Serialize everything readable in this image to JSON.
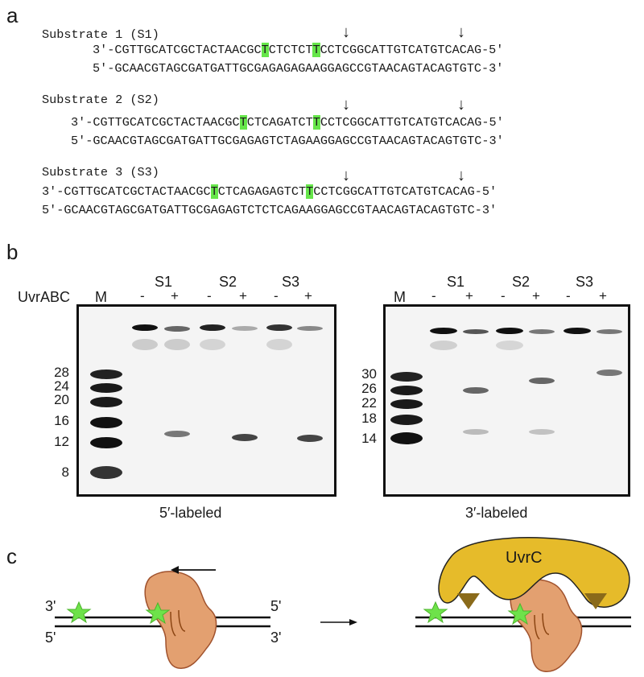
{
  "panel_a": {
    "letter": "a",
    "substrates": [
      {
        "title": "Substrate 1 (S1)",
        "top_pre": "3'-CGTTGCATCGCTACTAACGC",
        "top_h1": "T",
        "top_mid": "CTCTCT",
        "top_h2": "T",
        "top_post": "CCTCGGCATTGTCATGTCACAG-5'",
        "bottom": "5'-GCAACGTAGCGATGATTGCGAGAGAGAAGGAGCCGTAACAGTACAGTGTC-3'"
      },
      {
        "title": "Substrate 2 (S2)",
        "top_pre": "3'-CGTTGCATCGCTACTAACGC",
        "top_h1": "T",
        "top_mid": "CTCAGATCT",
        "top_h2": "T",
        "top_post": "CCTCGGCATTGTCATGTCACAG-5'",
        "bottom": "5'-GCAACGTAGCGATGATTGCGAGAGTCTAGAAGGAGCCGTAACAGTACAGTGTC-3'"
      },
      {
        "title": "Substrate 3 (S3)",
        "top_pre": "3'-CGTTGCATCGCTACTAACGC",
        "top_h1": "T",
        "top_mid": "CTCAGAGAGTCT",
        "top_h2": "T",
        "top_post": "CCTCGGCATTGTCATGTCACAG-5'",
        "bottom": "5'-GCAACGTAGCGATGATTGCGAGAGTCTCTCAGAAGGAGCCGTAACAGTACAGTGTC-3'"
      }
    ],
    "arrow_glyph": "↓"
  },
  "panel_b": {
    "letter": "b",
    "row_label": "UvrABC",
    "left_gel": {
      "marker_label": "M",
      "groups": [
        "S1",
        "S2",
        "S3"
      ],
      "signs": [
        "-",
        "+",
        "-",
        "+",
        "-",
        "+"
      ],
      "markers": [
        "28",
        "24",
        "20",
        "16",
        "12",
        "8"
      ],
      "caption": "5′-labeled"
    },
    "right_gel": {
      "marker_label": "M",
      "groups": [
        "S1",
        "S2",
        "S3"
      ],
      "signs": [
        "-",
        "+",
        "-",
        "+",
        "-",
        "+"
      ],
      "markers": [
        "30",
        "26",
        "22",
        "18",
        "14"
      ],
      "caption": "3′-labeled"
    }
  },
  "panel_c": {
    "letter": "c",
    "left_labels": {
      "top_left": "3'",
      "bottom_left": "5'",
      "top_right": "5'",
      "bottom_right": "3'"
    },
    "uvrc_label": "UvrC",
    "colors": {
      "uvrc": "#e6bb2a",
      "uvrb": "#e0a070",
      "star": "#6ee24a",
      "highlight": "#66e64a"
    }
  }
}
